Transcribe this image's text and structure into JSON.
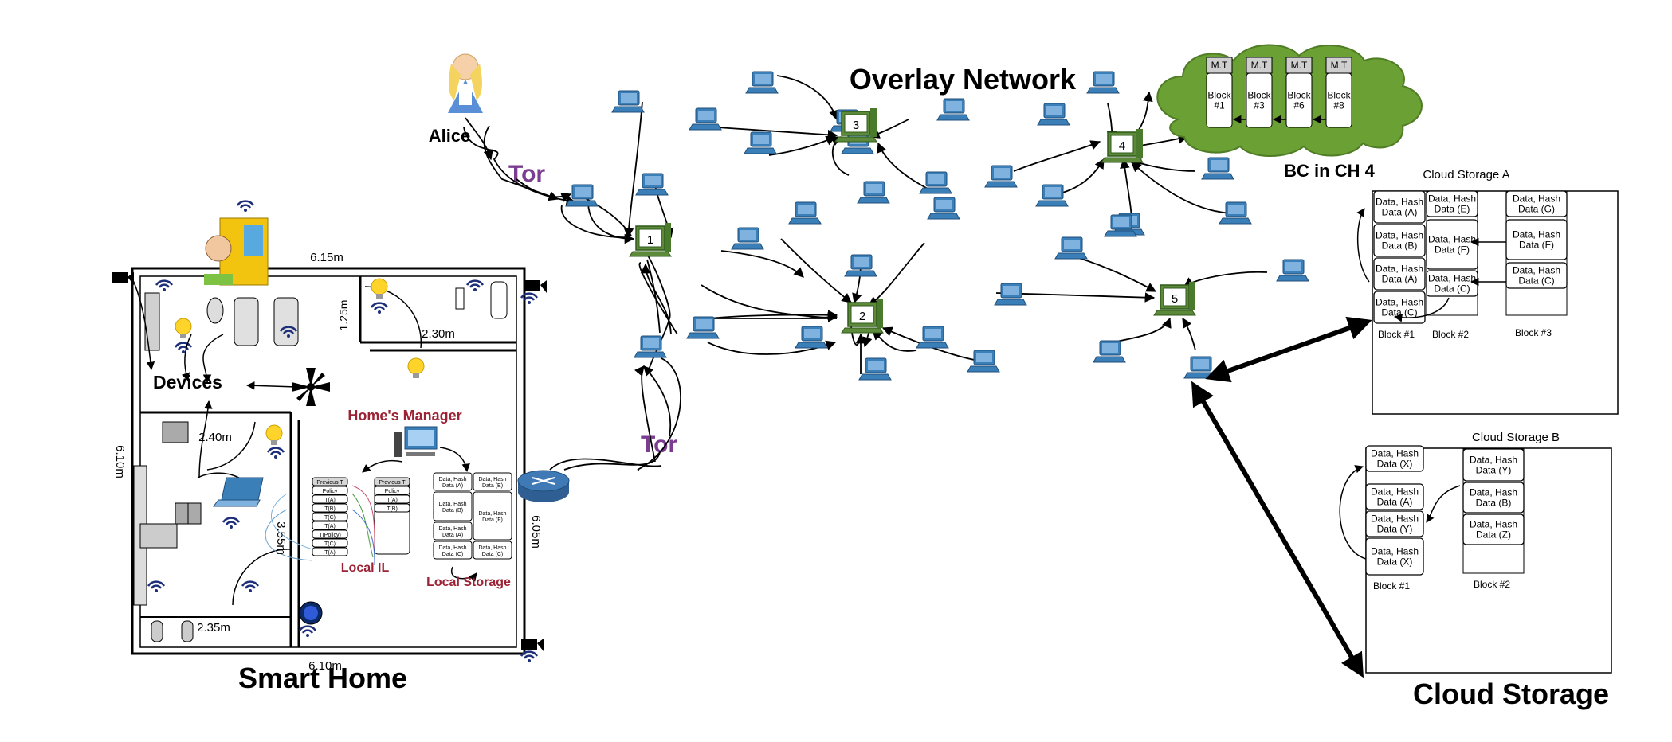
{
  "smart_home": {
    "title": "Smart Home",
    "devices_label": "Devices",
    "manager_label": "Home's Manager",
    "local_il_label": "Local IL",
    "local_storage_label": "Local Storage",
    "dimensions": [
      "6.15m",
      "1.25m",
      "2.30m",
      "2.40m",
      "6.10m",
      "3.55m",
      "6.05m",
      "2.35m",
      "6.10m"
    ],
    "il_rows_left": [
      "Previous T",
      "Policy",
      "T(A)",
      "T(B)",
      "T(C)",
      "T(A)",
      "T(Policy)",
      "T(C)",
      "T(A)"
    ],
    "il_rows_right": [
      "Previous T",
      "Policy",
      "T(A)",
      "T(B)"
    ],
    "local_storage_left": [
      "Data, Hash\nData (A)",
      "Data, Hash\nData (B)",
      "Data, Hash\nData (A)",
      "Data, Hash\nData (C)"
    ],
    "local_storage_right": [
      "Data, Hash\nData (E)",
      "Data, Hash\nData (F)",
      "Data, Hash\nData (C)"
    ]
  },
  "alice": {
    "label": "Alice"
  },
  "tor": {
    "text": "Tor"
  },
  "overlay": {
    "title": "Overlay Network",
    "cluster_heads": [
      "1",
      "2",
      "3",
      "4",
      "5"
    ]
  },
  "blockchain": {
    "title": "BC in CH 4",
    "mt_label": "M.T",
    "blocks": [
      "Block\n#1",
      "Block\n#3",
      "Block\n#6",
      "Block\n#8"
    ]
  },
  "cloud": {
    "title": "Cloud Storage",
    "a": {
      "title": "Cloud Storage A",
      "col1": [
        "Data, Hash\nData (A)",
        "Data, Hash\nData (B)",
        "Data, Hash\nData (A)",
        "Data, Hash\nData (C)"
      ],
      "col2": [
        "Data, Hash\nData (E)",
        "Data, Hash\nData (F)",
        "Data, Hash\nData (C)"
      ],
      "col3": [
        "Data, Hash\nData (G)",
        "Data, Hash\nData (F)",
        "Data, Hash\nData (C)"
      ],
      "block_labels": [
        "Block #1",
        "Block #2",
        "Block #3"
      ]
    },
    "b": {
      "title": "Cloud Storage B",
      "col1": [
        "Data, Hash\nData (X)",
        "Data, Hash\nData (A)",
        "Data, Hash\nData (Y)",
        "Data, Hash\nData (X)"
      ],
      "col2": [
        "Data, Hash\nData (Y)",
        "Data, Hash\nData (B)",
        "Data, Hash\nData (Z)"
      ],
      "block_labels": [
        "Block #1",
        "Block #2"
      ]
    }
  },
  "colors": {
    "computer_blue": "#3b7fb8",
    "cluster_green": "#5d8a3a",
    "cloud_green": "#6aa034",
    "tor_purple": "#7a3d8f",
    "label_red": "#9b2335",
    "wifi_navy": "#1d2f7a"
  }
}
